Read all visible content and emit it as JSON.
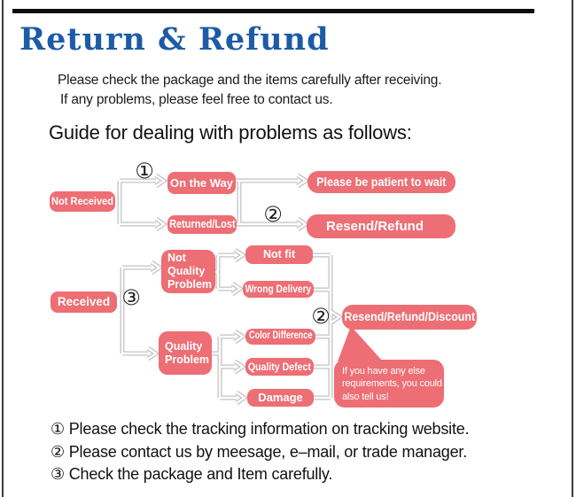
{
  "page": {
    "title": "Return & Refund",
    "intro_line1": "Please check the package and the items carefully after receiving.",
    "intro_line2": "If any problems, please feel free to contact us.",
    "guide_heading": "Guide for dealing with problems as follows:"
  },
  "colors": {
    "accent_pink": "#ed6e74",
    "title_blue": "#1d5ba6",
    "connector_gray": "#c3c3c3"
  },
  "flowchart": {
    "nodes": {
      "not_received": "Not Received",
      "on_the_way": "On the Way",
      "returned_lost": "Returned/Lost",
      "be_patient": "Please be patient to wait",
      "resend_refund": "Resend/Refund",
      "received": "Received",
      "not_quality_problem": "Not Quality Problem",
      "not_fit": "Not fit",
      "wrong_delivery": "Wrong Delivery",
      "quality_problem": "Quality Problem",
      "color_difference": "Color Difference",
      "quality_defect": "Quality Defect",
      "damage": "Damage",
      "resend_refund_discount": "Resend/Refund/Discount"
    },
    "bubble_lines": {
      "l1": "If you have any else",
      "l2": "requirements, you could",
      "l3": "also tell us!"
    },
    "markers": {
      "one": "①",
      "two": "②",
      "three": "③"
    }
  },
  "notes": [
    "① Please check the tracking information on tracking website.",
    "② Please contact us by meesage, e–mail, or trade manager.",
    "③ Check the package and Item carefully."
  ]
}
